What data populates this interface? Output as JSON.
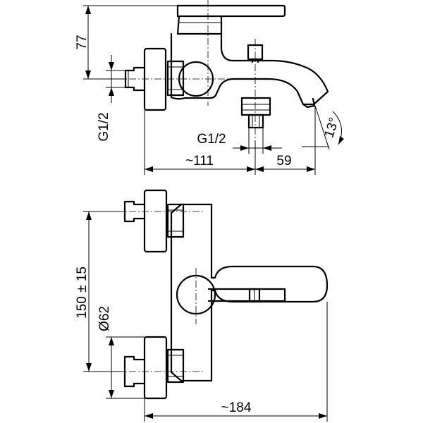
{
  "dimensions": {
    "height_77": "77",
    "thread_left": "G1/2",
    "thread_bottom": "G1/2",
    "depth_111": "~111",
    "spout_59": "59",
    "angle_13": "13°",
    "centers_150": "150 ± 15",
    "diameter_62": "Ø62",
    "width_184": "~184"
  },
  "colors": {
    "line": "#000000",
    "background": "#ffffff"
  }
}
